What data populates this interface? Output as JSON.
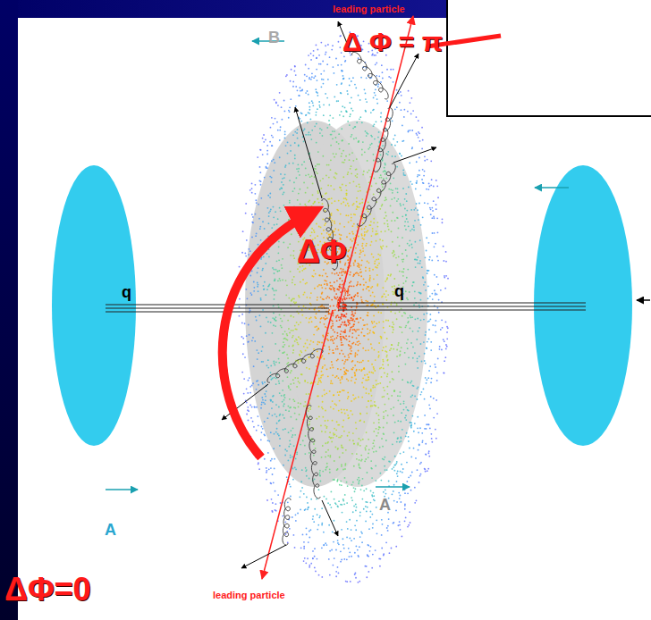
{
  "diagram": {
    "labels": [
      "leading particle",
      "Δ Φ = π",
      "B",
      "ΔΦ",
      "q",
      "q",
      "A",
      "A",
      "ΔΦ=0",
      "leading particle"
    ]
  }
}
